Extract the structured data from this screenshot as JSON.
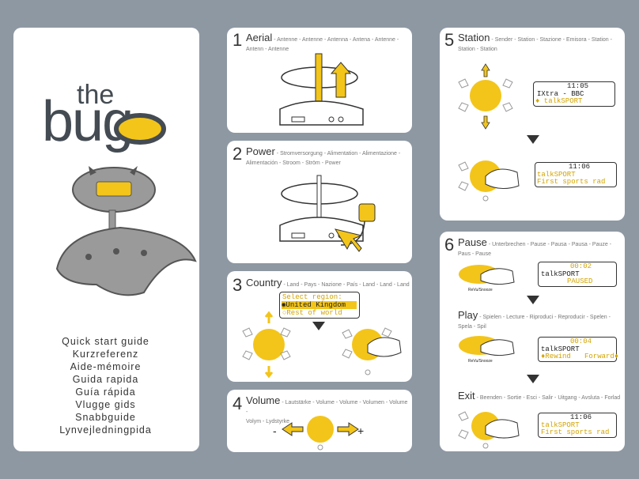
{
  "brand": {
    "the": "the",
    "bug": "bug"
  },
  "quickstart": [
    "Quick start guide",
    "Kurzreferenz",
    "Aide-mémoire",
    "Guida rapida",
    "Guía rápida",
    "Vlugge gids",
    "Snabbguide",
    "Lynvejledningpida"
  ],
  "steps": {
    "s1": {
      "num": "1",
      "title": "Aerial",
      "sub": " - Antenne - Antenne - Antenna - Antena - Antenne -",
      "sub2": "Antenn - Antenne"
    },
    "s2": {
      "num": "2",
      "title": "Power",
      "sub": " - Stromversorgung - Alimentation - Alimentazione -",
      "sub2": "Alimentación - Stroom - Ström - Power"
    },
    "s3": {
      "num": "3",
      "title": "Country",
      "sub": " - Land - Pays - Nazione - País - Land - Land - Land",
      "lcd": {
        "line1": "Select region:",
        "line2": "◉United Kingdom",
        "line3": "○Rest of world"
      }
    },
    "s4": {
      "num": "4",
      "title": "Volume",
      "sub": " - Lautstärke - Volume - Volume - Volumen - Volume -",
      "sub2": "Volym - Lydstyrke",
      "minus": "-",
      "plus": "+"
    },
    "s5": {
      "num": "5",
      "title": "Station",
      "sub": " - Sender - Station - Stazione - Emisora - Station -",
      "sub2": "Station - Station",
      "lcd1": {
        "time": "11:05",
        "line1": "IXtra - BBC",
        "line2": "♦ talkSPORT"
      },
      "lcd2": {
        "time": "11:06",
        "line1": "talkSPORT",
        "line2": "First sports rad"
      }
    },
    "s6": {
      "num": "6",
      "title": "Pause",
      "sub": " - Unterbrechen - Pause - Pausa - Pausa - Pauze -",
      "sub2": "Paus - Pause",
      "btn_label": "ReVu/Snooze",
      "lcd1": {
        "time": "00:02",
        "line1": "talkSPORT",
        "line2": "PAUSED"
      },
      "play_title": "Play",
      "play_sub": " - Spielen - Lecture - Riproduci - Reproducir - Spelen -",
      "play_sub2": "Spela - Spil",
      "lcd2": {
        "time": "00:04",
        "line1": "talkSPORT",
        "line2a": "♦Rewind",
        "line2b": "Forward♦"
      },
      "exit_title": "Exit",
      "exit_sub": " - Beenden - Sortie - Esci - Salir - Uitgang - Avsluta - Forlad",
      "lcd3": {
        "time": "11:06",
        "line1": "talkSPORT",
        "line2": "First sports rad"
      }
    }
  },
  "colors": {
    "background": "#8e98a3",
    "accent": "#f3c51a",
    "dark": "#444b52",
    "grey": "#9a9a9a"
  }
}
